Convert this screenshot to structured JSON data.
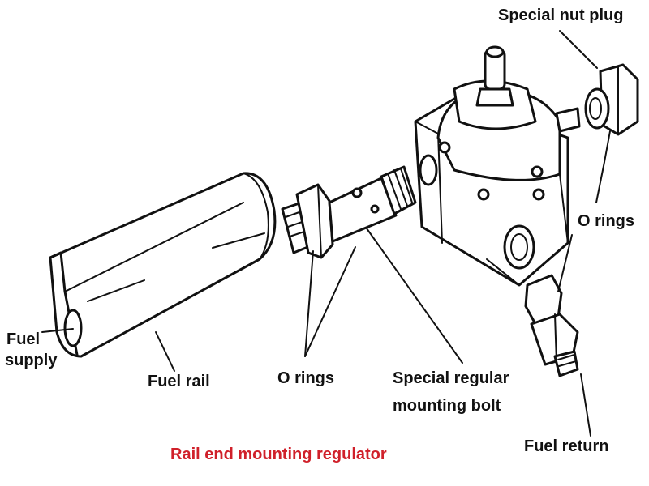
{
  "labels": {
    "special_nut_plug": "Special nut plug",
    "o_rings_right": "O rings",
    "fuel_supply_line1": "Fuel",
    "fuel_supply_line2": "supply",
    "fuel_rail": "Fuel rail",
    "o_rings_center": "O rings",
    "mounting_bolt_line1": "Special regular",
    "mounting_bolt_line2": "mounting bolt",
    "fuel_return": "Fuel return"
  },
  "caption": "Rail end mounting regulator",
  "colors": {
    "caption": "#d0202a",
    "ink": "#111111",
    "background": "#ffffff"
  }
}
